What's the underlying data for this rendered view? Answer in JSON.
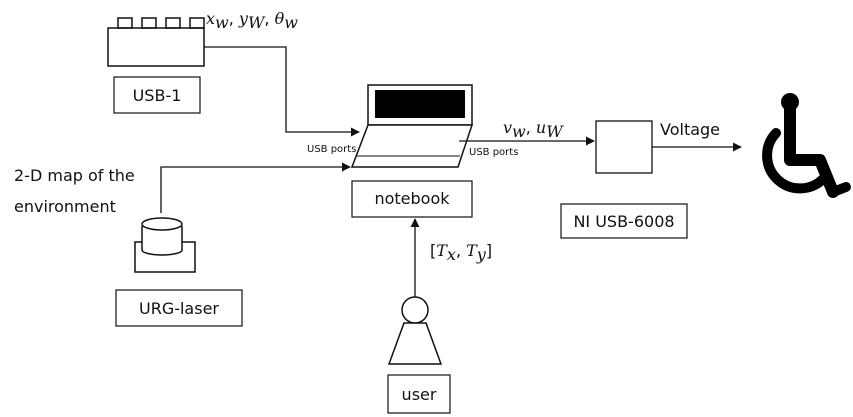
{
  "labels": {
    "usb1": "USB-1",
    "usb1_output": "x_w, y_w, θ_w",
    "usb_ports_left": "USB ports",
    "usb_ports_right": "USB ports",
    "map_line1": "2-D map of the",
    "map_line2": "environment",
    "notebook": "notebook",
    "laser": "URG-laser",
    "velocity": "v_w, u_w",
    "voltage": "Voltage",
    "daq": "NI USB-6008",
    "target": "[T_x, T_y]",
    "user": "user"
  },
  "icons": {
    "usb_device": "usb-device-icon",
    "laptop": "laptop-icon",
    "laser_scanner": "laser-scanner-icon",
    "person": "person-icon",
    "wheelchair": "wheelchair-icon"
  }
}
